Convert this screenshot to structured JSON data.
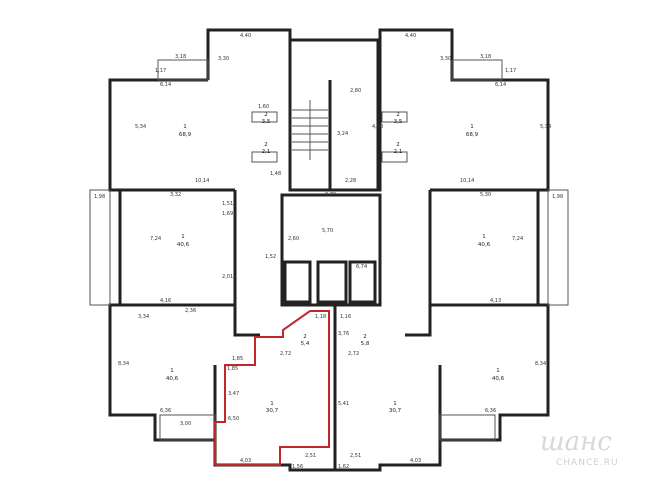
{
  "plan": {
    "highlight_color": "#c0262b",
    "wall_color": "#222222",
    "rooms": [
      {
        "num": "1",
        "area": "68,9"
      },
      {
        "num": "1",
        "area": "68,9"
      },
      {
        "num": "1",
        "area": "40,6"
      },
      {
        "num": "1",
        "area": "40,6"
      },
      {
        "num": "1",
        "area": "40,6"
      },
      {
        "num": "1",
        "area": "40,6"
      },
      {
        "num": "1",
        "area": "30,7"
      },
      {
        "num": "1",
        "area": "30,7"
      },
      {
        "num": "2",
        "area": "5,4"
      },
      {
        "num": "2",
        "area": "5,8"
      },
      {
        "num": "2",
        "area": "3,5"
      },
      {
        "num": "2",
        "area": "2,1"
      },
      {
        "num": "2",
        "area": "3,5"
      },
      {
        "num": "2",
        "area": "2,1"
      }
    ],
    "dims": [
      "4,40",
      "3,30",
      "3,18",
      "1,17",
      "6,14",
      "5,34",
      "10,14",
      "1,60",
      "1,48",
      "2,80",
      "3,24",
      "4,00",
      "2,28",
      "0,79",
      "4,40",
      "3,30",
      "3,18",
      "1,17",
      "6,14",
      "5,34",
      "10,14",
      "1,98",
      "3,32",
      "7,24",
      "1,51",
      "1,69",
      "5,70",
      "2,60",
      "6,74",
      "1,52",
      "2,01",
      "4,16",
      "2,36",
      "3,34",
      "8,34",
      "1,85",
      "6,36",
      "3,00",
      "4,03",
      "6,50",
      "3,47",
      "1,85",
      "2,72",
      "2,72",
      "1,18",
      "1,16",
      "3,76",
      "5,41",
      "2,51",
      "2,51",
      "1,62",
      "1,56",
      "4,03",
      "6,36",
      "8,34",
      "4,13",
      "1,98",
      "7,24",
      "5,30"
    ]
  },
  "watermark": {
    "script": "шанс",
    "brand": "CHANCE.RU"
  }
}
